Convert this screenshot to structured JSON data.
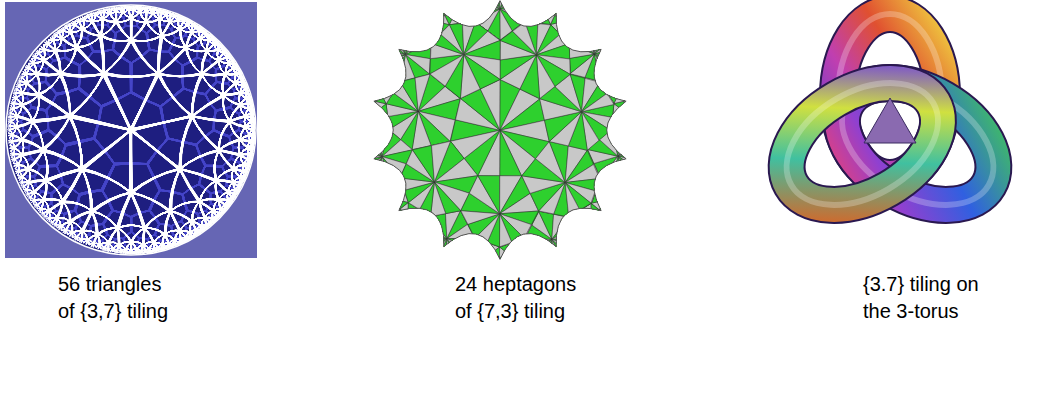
{
  "diagram": {
    "labels": [
      "56 triangles of {3,7} tiling",
      "24 heptagons of {7,3} tiling",
      "{3.7} tiling on the 3-torus"
    ]
  }
}
